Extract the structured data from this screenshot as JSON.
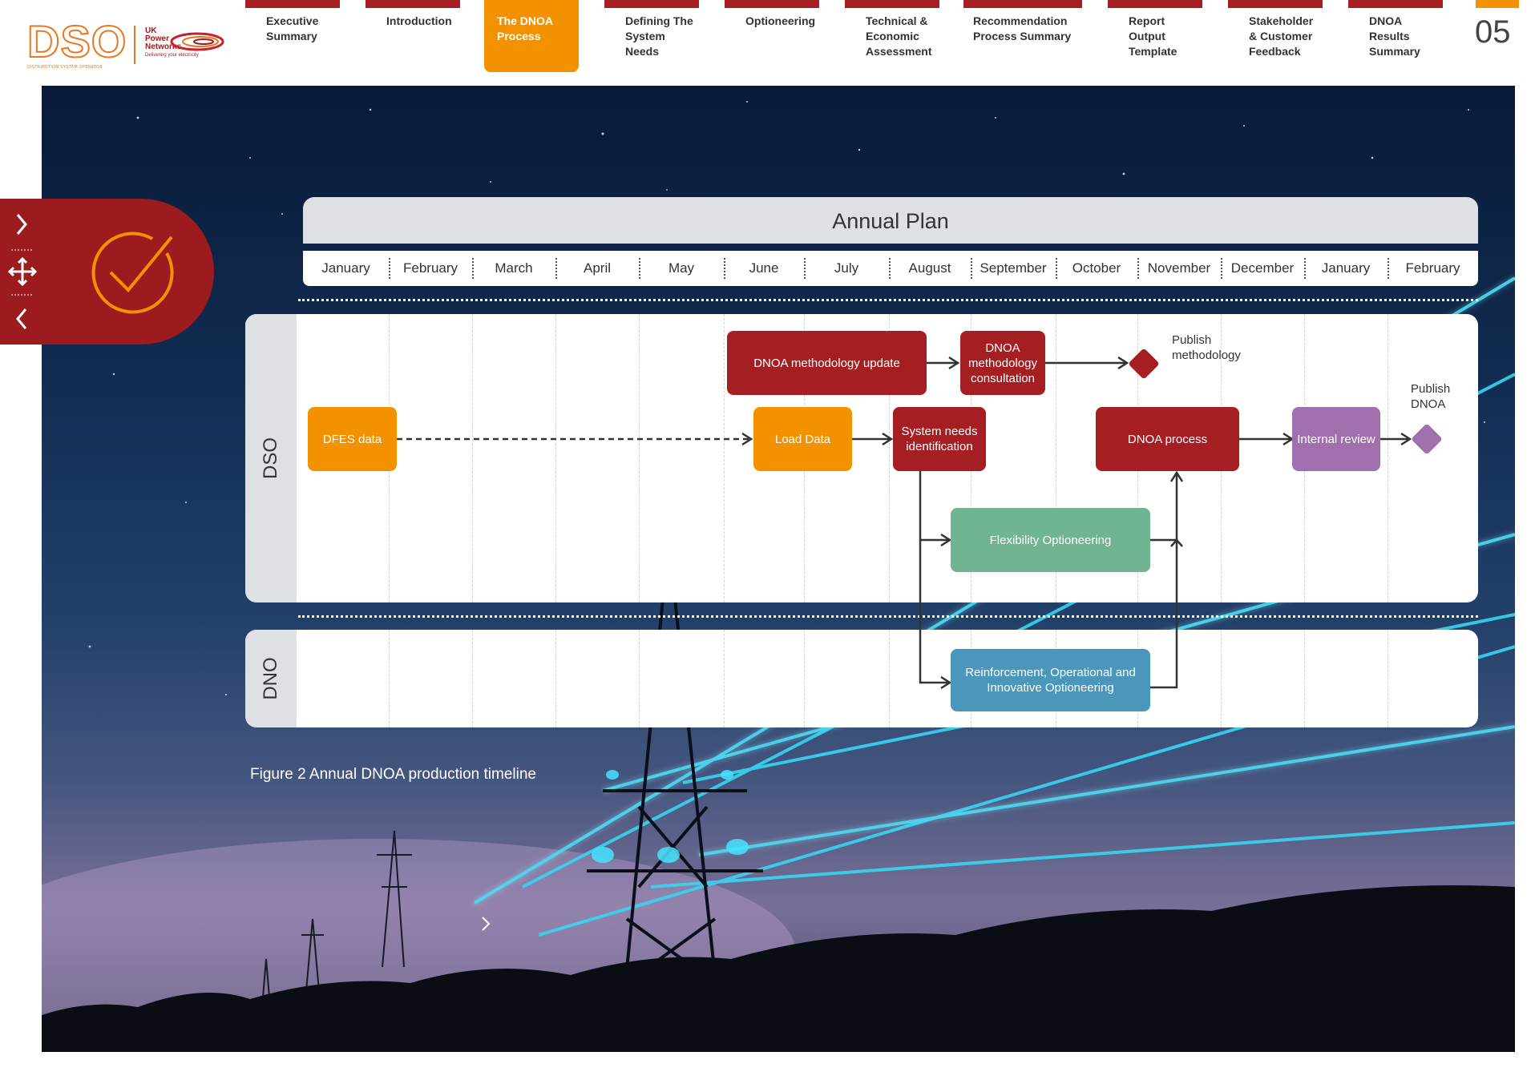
{
  "header": {
    "nav": [
      {
        "label": "Executive Summary",
        "active": false
      },
      {
        "label": "Introduction",
        "active": false
      },
      {
        "label": "The DNOA Process",
        "active": true
      },
      {
        "label": "Defining The System Needs",
        "active": false
      },
      {
        "label": "Optioneering",
        "active": false
      },
      {
        "label": "Technical & Economic Assessment",
        "active": false
      },
      {
        "label": "Recommendation Process Summary",
        "active": false
      },
      {
        "label": "Report Output Template",
        "active": false
      },
      {
        "label": "Stakeholder & Customer Feedback",
        "active": false
      },
      {
        "label": "DNOA Results Summary",
        "active": false
      }
    ],
    "page_number": "05",
    "logo": {
      "dso": "DSO",
      "dso_tagline": "DISTRIBUTION SYSTEM OPERATOR",
      "ukpn_line1": "UK",
      "ukpn_line2": "Power",
      "ukpn_line3": "Networks",
      "ukpn_tagline": "Delivering your electricity"
    }
  },
  "side_widget": {
    "icons": [
      "chevron-right-icon",
      "move-icon",
      "chevron-left-icon",
      "check-circle-icon"
    ]
  },
  "diagram": {
    "title": "Annual Plan",
    "months": [
      "January",
      "February",
      "March",
      "April",
      "May",
      "June",
      "July",
      "August",
      "September",
      "October",
      "November",
      "December",
      "January",
      "February"
    ],
    "lanes": {
      "dso": "DSO",
      "dno": "DNO"
    },
    "boxes": {
      "dfes": "DFES data",
      "load": "Load Data",
      "sysneeds": "System needs identification",
      "methupdate": "DNOA methodology update",
      "methconsult": "DNOA methodology consultation",
      "dnoaproc": "DNOA process",
      "review": "Internal review",
      "flex": "Flexibility Optioneering",
      "reinf": "Reinforcement, Operational and Innovative Optioneering"
    },
    "milestones": {
      "publish_methodology": "Publish methodology",
      "publish_dnoa": "Publish DNOA"
    },
    "colors": {
      "red": "#a51e22",
      "orange": "#f39200",
      "green": "#70b494",
      "blue": "#4b97bb",
      "purple": "#a26fae",
      "lane_header": "#dde1e6"
    }
  },
  "caption": "Figure 2 Annual DNOA production timeline"
}
